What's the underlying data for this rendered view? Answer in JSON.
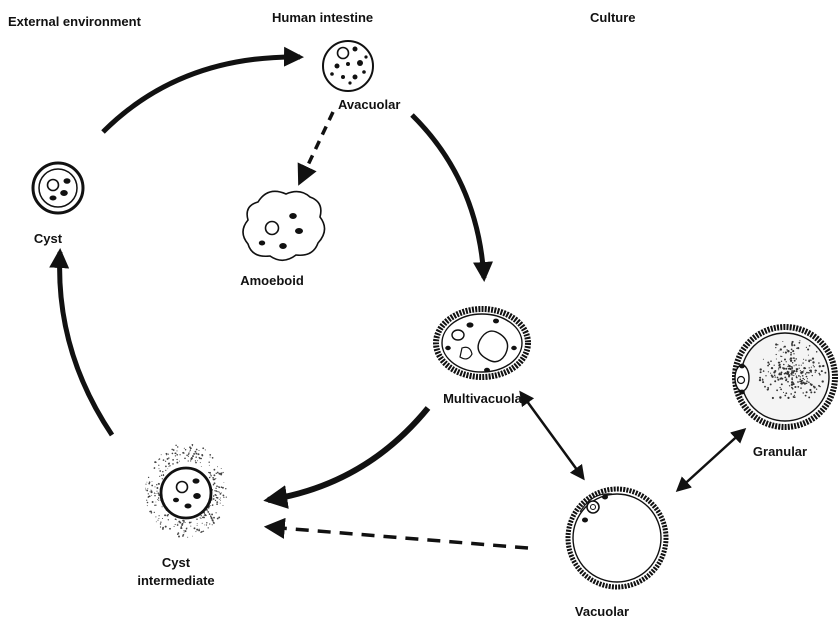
{
  "regions": {
    "external": "External environment",
    "intestine": "Human intestine",
    "culture": "Culture"
  },
  "forms": {
    "cyst": "Cyst",
    "avacuolar": "Avacuolar",
    "amoeboid": "Amoeboid",
    "multivacuolar": "Multivacuolar",
    "granular": "Granular",
    "cyst_intermediate_line1": "Cyst",
    "cyst_intermediate_line2": "intermediate",
    "vacuolar": "Vacuolar"
  },
  "colors": {
    "ink": "#111111",
    "background": "#ffffff"
  }
}
